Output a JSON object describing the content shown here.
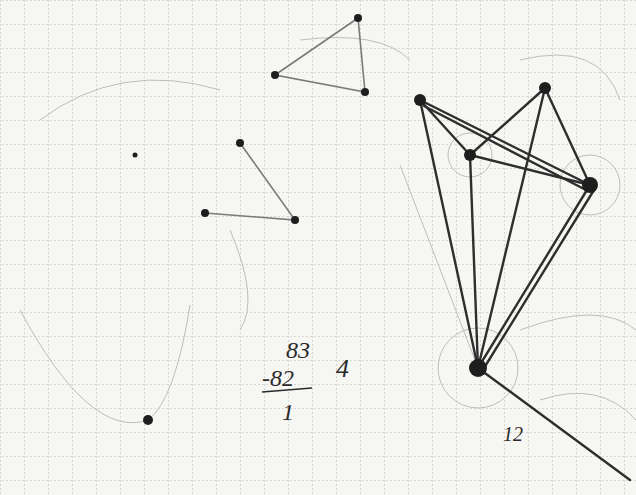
{
  "diagram": {
    "labels": [
      "83",
      "-82",
      "1",
      "4",
      "12"
    ]
  }
}
